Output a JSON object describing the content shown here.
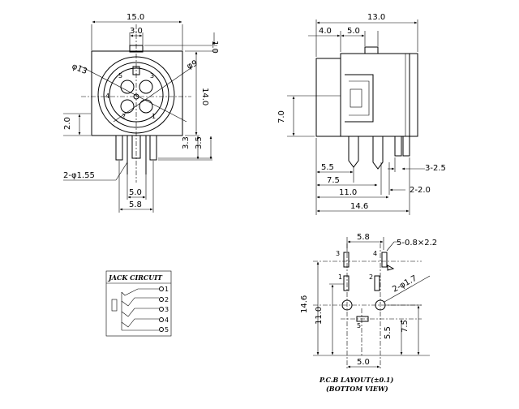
{
  "front_view": {
    "dim_width": "15.0",
    "dim_key": "3.0",
    "dim_top": "1.0",
    "dim_height": "14.0",
    "dim_outer_dia": "φ13",
    "dim_inner_dia": "φ9",
    "dim_left": "2.0",
    "dim_pin1": "3.3",
    "dim_pin2": "3.5",
    "dim_holes": "2-φ1.55",
    "dim_pitch1": "5.0",
    "dim_pitch2": "5.8",
    "pin_numbers": [
      "5",
      "3",
      "2",
      "1",
      "4"
    ]
  },
  "side_view": {
    "dim_total": "13.0",
    "dim_a": "4.0",
    "dim_b": "5.0",
    "dim_height": "7.0",
    "dim_c": "5.5",
    "dim_d": "7.5",
    "dim_e": "11.0",
    "dim_f": "14.6",
    "dim_g": "3-2.5",
    "dim_h": "2-2.0"
  },
  "jack_circuit": {
    "title": "JACK CIRCUIT",
    "pins": [
      "1",
      "2",
      "3",
      "4",
      "5"
    ]
  },
  "pcb_layout": {
    "dim_top": "5.8",
    "dim_slots": "5-0.8×2.2",
    "dim_holes": "2-φ1.7",
    "dim_height": "14.6",
    "dim_mid": "11.0",
    "dim_r1": "5.5",
    "dim_r2": "7.5",
    "dim_bottom": "5.0",
    "pad_labels": [
      "3",
      "4",
      "1",
      "2",
      "5"
    ],
    "caption_line1": "P.C.B LAYOUT(±0.1)",
    "caption_line2": "(BOTTOM VIEW)"
  }
}
